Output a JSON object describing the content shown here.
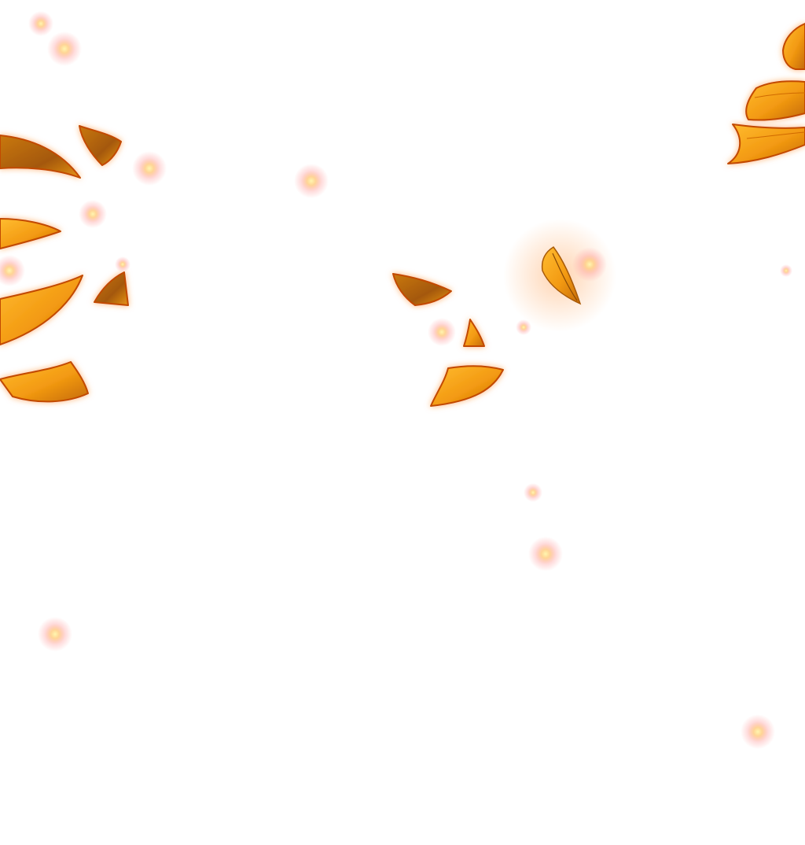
{
  "palette": {
    "background": "#ffffff",
    "petal_light": "#ffb020",
    "petal_mid": "#f08c10",
    "petal_dark": "#a85a08",
    "outline": "#c24a00",
    "glow": "#ff7a1a",
    "spark_core": "#fff0a0",
    "spark_halo": "#ff9a9a"
  },
  "scene": {
    "description_free": true,
    "groups": [
      "left-cluster",
      "center-cluster",
      "top-right-cluster",
      "sparkles"
    ]
  }
}
